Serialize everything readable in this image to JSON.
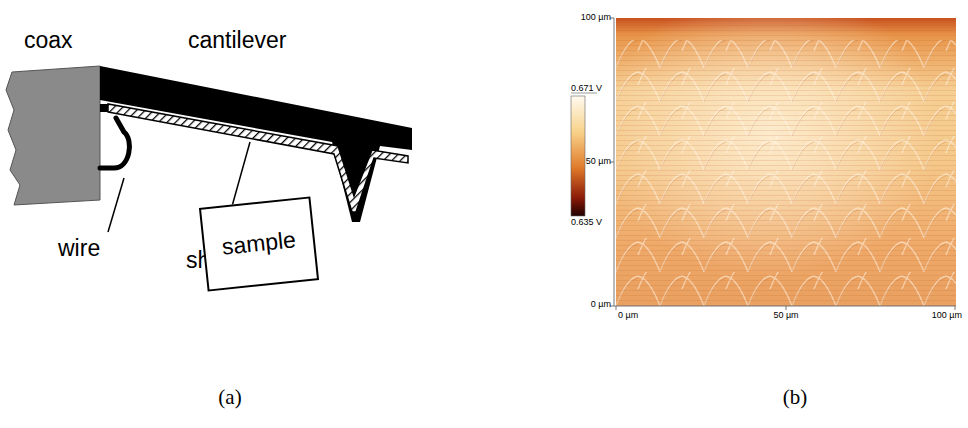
{
  "diagram": {
    "nodes": [
      {
        "text": [
          "sample"
        ]
      }
    ],
    "labels": [
      "coax",
      "cantilever",
      "wire",
      "shield",
      "(a)",
      "100 µm",
      "0.671 V",
      "50 µm",
      "0.635 V",
      "0 µm",
      "0 µm",
      "50 µm",
      "100 µm",
      "(b)"
    ]
  }
}
